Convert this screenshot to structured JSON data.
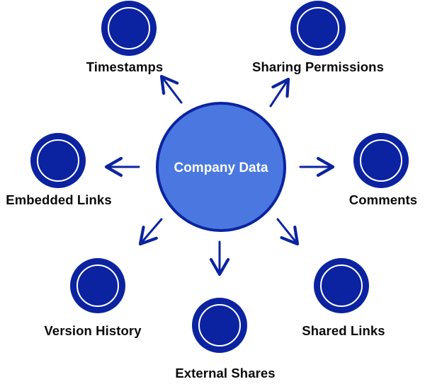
{
  "center": {
    "label": "Company Data"
  },
  "nodes": [
    {
      "id": "timestamps",
      "label": "Timestamps"
    },
    {
      "id": "sharing-permissions",
      "label": "Sharing Permissions"
    },
    {
      "id": "embedded-links",
      "label": "Embedded Links"
    },
    {
      "id": "comments",
      "label": "Comments"
    },
    {
      "id": "version-history",
      "label": "Version History"
    },
    {
      "id": "shared-links",
      "label": "Shared Links"
    },
    {
      "id": "external-shares",
      "label": "External Shares"
    }
  ],
  "colors": {
    "center_fill": "#4a78e0",
    "center_stroke": "#0b23a0",
    "center_text": "#ffffff",
    "node_fill": "#0b23a0",
    "node_ring": "#ffffff",
    "arrow": "#0b23a0",
    "label_text": "#0a0a0a"
  }
}
